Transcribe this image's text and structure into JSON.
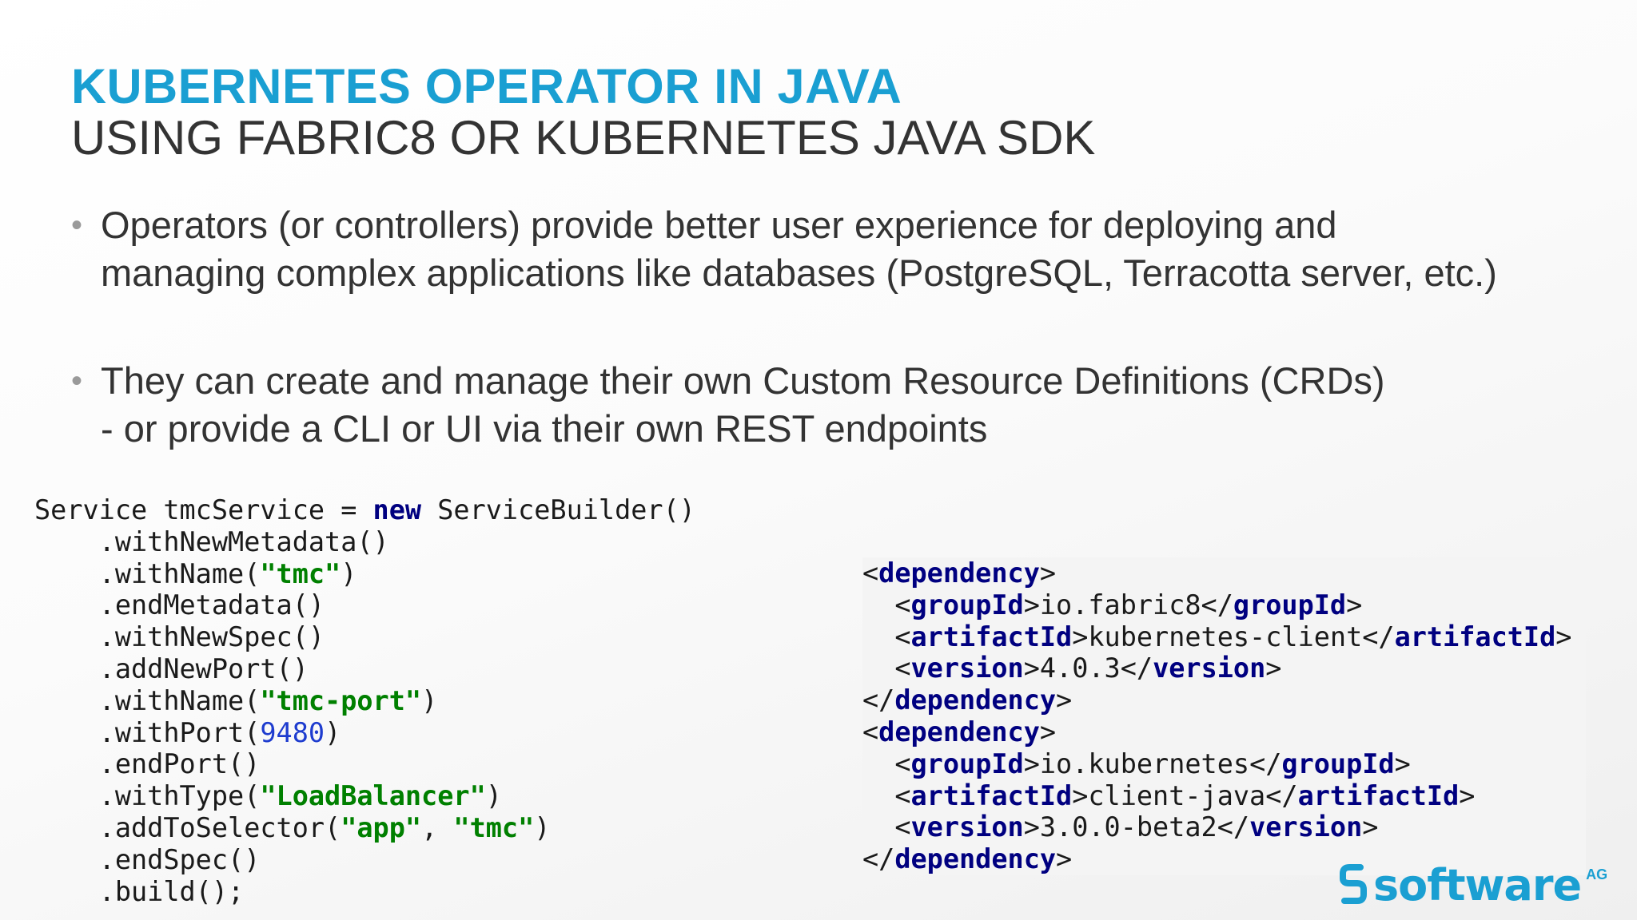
{
  "slide": {
    "title": "KUBERNETES OPERATOR IN JAVA",
    "subtitle": "USING FABRIC8 OR KUBERNETES JAVA SDK"
  },
  "bullets": [
    {
      "marker": "•",
      "lines": [
        "Operators (or controllers) provide better user experience for deploying and",
        "managing complex applications like databases (PostgreSQL, Terracotta server, etc.)"
      ]
    },
    {
      "marker": "•",
      "lines": [
        "They can create and manage their own Custom Resource Definitions (CRDs)",
        "- or provide a CLI or UI via their own REST endpoints"
      ]
    }
  ],
  "java_code": [
    [
      {
        "t": "Service tmcService = "
      },
      {
        "t": "new",
        "k": "kw"
      },
      {
        "t": " ServiceBuilder()"
      }
    ],
    [
      {
        "t": "    .withNewMetadata()"
      }
    ],
    [
      {
        "t": "    .withName("
      },
      {
        "t": "\"tmc\"",
        "k": "str"
      },
      {
        "t": ")"
      }
    ],
    [
      {
        "t": "    .endMetadata()"
      }
    ],
    [
      {
        "t": "    .withNewSpec()"
      }
    ],
    [
      {
        "t": "    .addNewPort()"
      }
    ],
    [
      {
        "t": "    .withName("
      },
      {
        "t": "\"tmc-port\"",
        "k": "str"
      },
      {
        "t": ")"
      }
    ],
    [
      {
        "t": "    .withPort("
      },
      {
        "t": "9480",
        "k": "num"
      },
      {
        "t": ")"
      }
    ],
    [
      {
        "t": "    .endPort()"
      }
    ],
    [
      {
        "t": "    .withType("
      },
      {
        "t": "\"LoadBalancer\"",
        "k": "str"
      },
      {
        "t": ")"
      }
    ],
    [
      {
        "t": "    .addToSelector("
      },
      {
        "t": "\"app\"",
        "k": "str"
      },
      {
        "t": ", "
      },
      {
        "t": "\"tmc\"",
        "k": "str"
      },
      {
        "t": ")"
      }
    ],
    [
      {
        "t": "    .endSpec()"
      }
    ],
    [
      {
        "t": "    .build();"
      }
    ]
  ],
  "xml_code": [
    [
      {
        "t": "<"
      },
      {
        "t": "dependency",
        "k": "tag"
      },
      {
        "t": ">"
      }
    ],
    [
      {
        "t": "  <"
      },
      {
        "t": "groupId",
        "k": "tag"
      },
      {
        "t": ">io.fabric8</"
      },
      {
        "t": "groupId",
        "k": "tag"
      },
      {
        "t": ">"
      }
    ],
    [
      {
        "t": "  <"
      },
      {
        "t": "artifactId",
        "k": "tag"
      },
      {
        "t": ">kubernetes-client</"
      },
      {
        "t": "artifactId",
        "k": "tag"
      },
      {
        "t": ">"
      }
    ],
    [
      {
        "t": "  <"
      },
      {
        "t": "version",
        "k": "tag"
      },
      {
        "t": ">4.0.3</"
      },
      {
        "t": "version",
        "k": "tag"
      },
      {
        "t": ">"
      }
    ],
    [
      {
        "t": "</"
      },
      {
        "t": "dependency",
        "k": "tag"
      },
      {
        "t": ">"
      }
    ],
    [
      {
        "t": "<"
      },
      {
        "t": "dependency",
        "k": "tag"
      },
      {
        "t": ">"
      }
    ],
    [
      {
        "t": "  <"
      },
      {
        "t": "groupId",
        "k": "tag"
      },
      {
        "t": ">io.kubernetes</"
      },
      {
        "t": "groupId",
        "k": "tag"
      },
      {
        "t": ">"
      }
    ],
    [
      {
        "t": "  <"
      },
      {
        "t": "artifactId",
        "k": "tag"
      },
      {
        "t": ">client-java</"
      },
      {
        "t": "artifactId",
        "k": "tag"
      },
      {
        "t": ">"
      }
    ],
    [
      {
        "t": "  <"
      },
      {
        "t": "version",
        "k": "tag"
      },
      {
        "t": ">3.0.0-beta2</"
      },
      {
        "t": "version",
        "k": "tag"
      },
      {
        "t": ">"
      }
    ],
    [
      {
        "t": "</"
      },
      {
        "t": "dependency",
        "k": "tag"
      },
      {
        "t": ">"
      }
    ]
  ],
  "logo": {
    "word": "software",
    "suffix": "AG"
  },
  "colors": {
    "accent": "#1a9fd2",
    "body_text": "#333333",
    "code_keyword": "#000080",
    "code_string": "#008000",
    "code_number": "#1e3ccf"
  }
}
